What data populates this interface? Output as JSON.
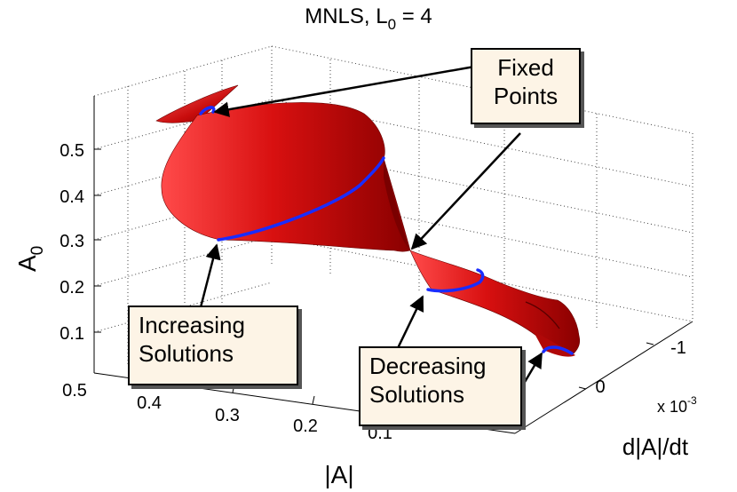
{
  "title": "MNLS, L",
  "title_sub": "0",
  "title_tail": " = 4",
  "axes": {
    "z_label": "A",
    "z_label_sub": "0",
    "x_label": "|A|",
    "y_label": "d|A|/dt",
    "y_multiplier_base": "x 10",
    "y_multiplier_exp": "-3",
    "z_ticks": [
      "0.5",
      "0.4",
      "0.3",
      "0.2",
      "0.1"
    ],
    "x_ticks": [
      "0.5",
      "0.4",
      "0.3",
      "0.2",
      "0.1"
    ],
    "y_ticks": [
      "-1",
      "0"
    ]
  },
  "callouts": {
    "fixed_points": [
      "Fixed",
      "Points"
    ],
    "increasing": [
      "Increasing",
      "Solutions"
    ],
    "decreasing": [
      "Decreasing",
      "Solutions"
    ]
  },
  "colors": {
    "surface": "#cc1010",
    "surface_dark": "#7a0000",
    "surface_light": "#ff5a5a",
    "curve": "#1a2cff",
    "callout_fill": "#fdf4e6"
  }
}
